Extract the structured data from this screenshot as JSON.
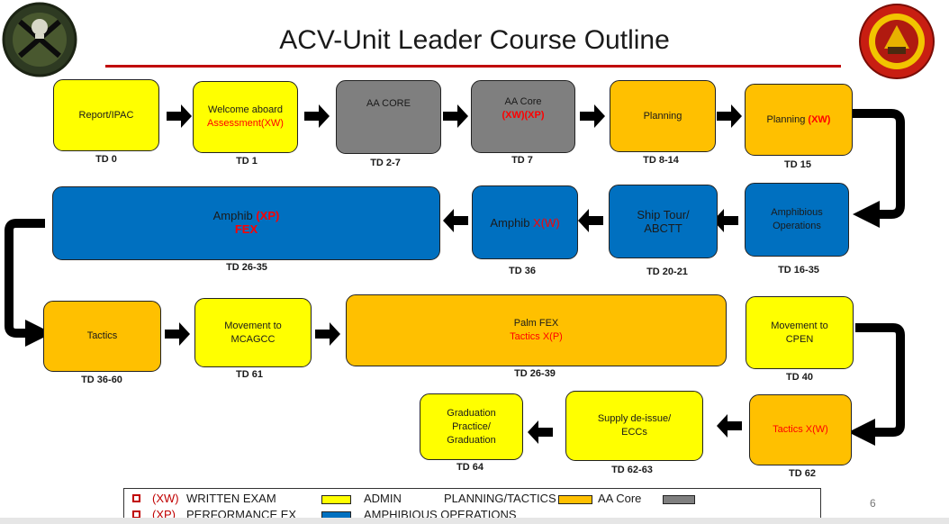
{
  "title": "ACV-Unit Leader Course Outline",
  "boxes": {
    "report": {
      "line1": "Report/IPAC"
    },
    "welcome": {
      "line1": "Welcome aboard",
      "line2": "Assessment(XW)"
    },
    "aacore": {
      "line1": "AA CORE"
    },
    "aacore2": {
      "line1": "AA Core",
      "line2": "(XW)(XP)"
    },
    "planning": {
      "line1": "Planning"
    },
    "planning2": {
      "line1": "Planning ",
      "line2": "(XW)"
    },
    "amphops": {
      "line1": "Amphibious",
      "line2": "Operations"
    },
    "shiptour": {
      "line1": "Ship Tour/",
      "line2": "ABCTT"
    },
    "amphibxw": {
      "line1": "Amphib ",
      "line2": "X(W)"
    },
    "amphibxp": {
      "line1": "Amphib  ",
      "line2": "(XP)",
      "line3": "FEX"
    },
    "tactics": {
      "line1": "Tactics"
    },
    "movemcagcc": {
      "line1": "Movement to",
      "line2": "MCAGCC"
    },
    "palmfex": {
      "line1": "Palm FEX",
      "line2": "Tactics X(P)"
    },
    "movecpen": {
      "line1": "Movement to",
      "line2": "CPEN"
    },
    "tacticsxw": {
      "line1": "Tactics X(W)"
    },
    "supply": {
      "line1": "Supply de-issue/",
      "line2": "ECCs"
    },
    "graduation": {
      "line1": "Graduation",
      "line2": "Practice/",
      "line3": "Graduation"
    }
  },
  "td_labels": {
    "report": "TD 0",
    "welcome": "TD 1",
    "aacore": "TD 2-7",
    "aacore2": "TD 7",
    "planning": "TD 8-14",
    "planning2": "TD 15",
    "amphops": "TD 16-35",
    "shiptour": "TD 20-21",
    "amphibxw": "TD 36",
    "amphibxp": "TD 26-35",
    "tactics": "TD 36-60",
    "movemcagcc": "TD 61",
    "palmfex": "TD 26-39",
    "movecpen": "TD 40",
    "tacticsxw": "TD 62",
    "supply": "TD 62-63",
    "graduation": "TD 64"
  },
  "legend": {
    "xw_code": "(XW)",
    "xw_label": "WRITTEN EXAM",
    "xp_code": "(XP)",
    "xp_label": "PERFORMANCE EX",
    "admin": "ADMIN",
    "planning_tactics": "PLANNING/TACTICS",
    "aa_core": "AA Core",
    "amphibious": "AMPHIBIOUS OPERATIONS"
  },
  "page_number": "6",
  "colors": {
    "admin": "#ffff00",
    "aa_core": "#7f7f7f",
    "planning_tactics": "#ffc000",
    "amphibious": "#0070c0",
    "accent_red": "#c00000"
  }
}
